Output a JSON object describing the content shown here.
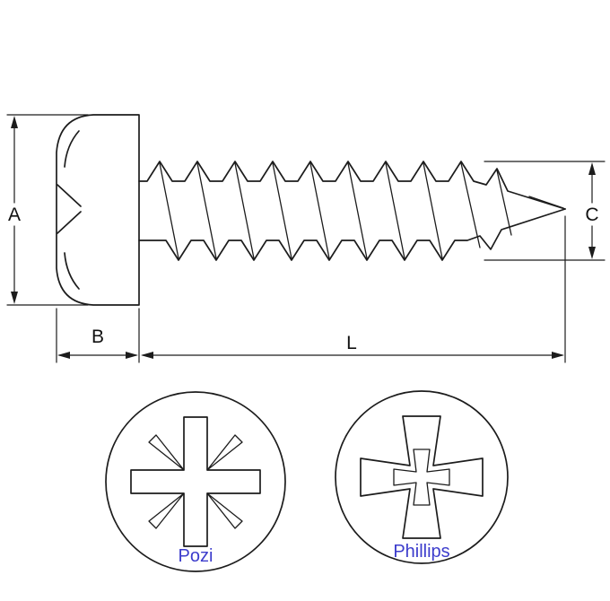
{
  "figure": {
    "dimensions": {
      "a": "A",
      "b": "B",
      "c": "C",
      "l": "L"
    },
    "drives": {
      "pozi": "Pozi",
      "phillips": "Phillips"
    },
    "colors": {
      "line": "#1c1c1c",
      "drive_label": "#3c3ccc",
      "background": "#ffffff"
    }
  }
}
